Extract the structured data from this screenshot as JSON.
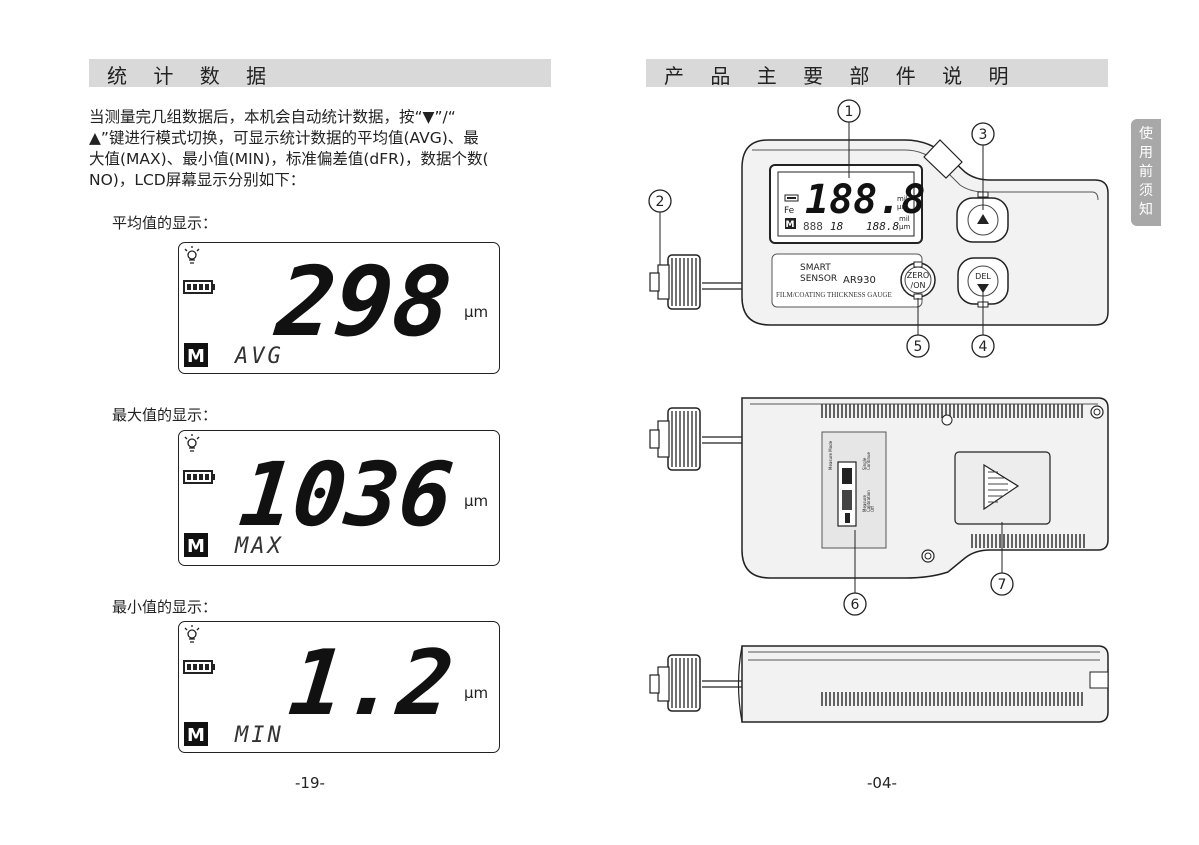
{
  "left": {
    "section_title": "统 计 数 据",
    "paragraph_lines": [
      "当测量完几组数据后，本机会自动统计数据，按“▼”/“",
      "▲”键进行模式切换，可显示统计数据的平均值(AVG)、最",
      "大值(MAX)、最小值(MIN)，标准偏差值(dFR)，数据个数(",
      "NO)，LCD屏幕显示分别如下："
    ],
    "displays": [
      {
        "label": "平均值的显示：",
        "value": "298",
        "unit": "μm",
        "mode_icon": "M",
        "mode_text": "AVG"
      },
      {
        "label": "最大值的显示：",
        "value": "1036",
        "unit": "μm",
        "mode_icon": "M",
        "mode_text": "MAX"
      },
      {
        "label": "最小值的显示：",
        "value": "1.2",
        "unit": "μm",
        "mode_icon": "M",
        "mode_text": "MIN"
      }
    ],
    "page_number": "-19-"
  },
  "right": {
    "section_title": "产 品 主 要 部 件 说 明",
    "side_tab": [
      "使",
      "用",
      "前",
      "须",
      "知"
    ],
    "device": {
      "lcd_main": "188.8",
      "lcd_sub_left": "18",
      "lcd_sub_right": "188.8",
      "lcd_fe": "Fe",
      "lcd_units": [
        "mil",
        "μm",
        "mil",
        "μm"
      ],
      "brand_line1": "SMART",
      "brand_line2": "SENSOR",
      "model": "AR930",
      "tagline": "FILM/COATING THICKNESS GAUGE",
      "zero_button_line1": "ZERO",
      "zero_button_line2": "/ON",
      "del_button": "DEL",
      "switch_labels": [
        "Measure Mode",
        "Single",
        "Continue",
        "Measure",
        "Calibration",
        "Off"
      ]
    },
    "callouts": [
      "1",
      "2",
      "3",
      "4",
      "5",
      "6",
      "7"
    ],
    "page_number": "-04-"
  },
  "colors": {
    "bar": "#d9d9d9",
    "tab": "#a8a8a8",
    "ink": "#222222",
    "device_body": "#f2f2f2"
  }
}
